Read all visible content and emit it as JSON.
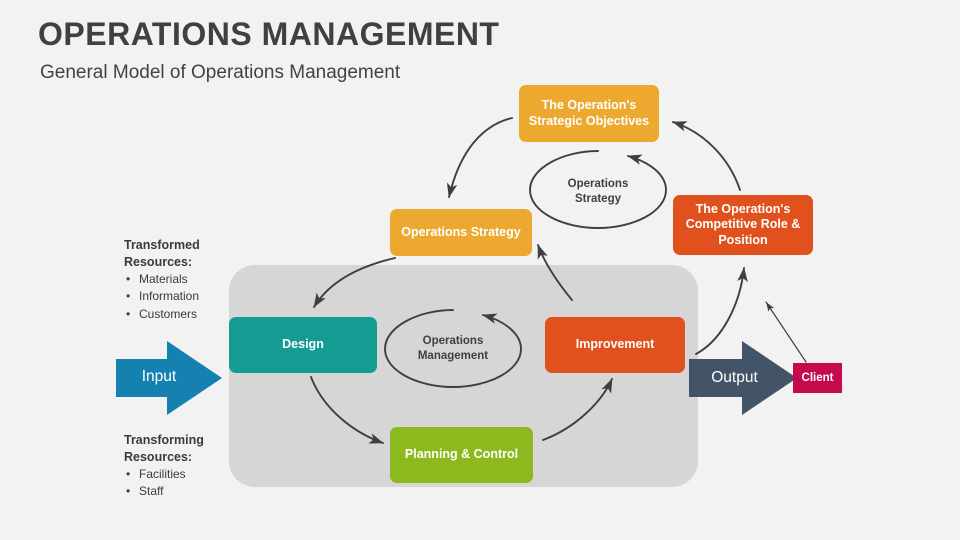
{
  "header": {
    "title": "OPERATIONS MANAGEMENT",
    "subtitle": "General Model of Operations Management"
  },
  "diagram": {
    "strategy_cycle": {
      "center_label": "Operations\nStrategy",
      "center_label_line1": "Operations",
      "center_label_line2": "Strategy",
      "nodes": [
        {
          "id": "strategic-objectives",
          "label": "The Operation's Strategic Objectives",
          "color": "#eda92f"
        },
        {
          "id": "competitive-role",
          "label": "The Operation's Competitive Role & Position",
          "color": "#e0511e"
        },
        {
          "id": "operations-strategy",
          "label": "Operations Strategy",
          "color": "#eda92f"
        }
      ]
    },
    "management_cycle": {
      "center_label_line1": "Operations",
      "center_label_line2": "Management",
      "nodes": [
        {
          "id": "design",
          "label": "Design",
          "color": "#149c93"
        },
        {
          "id": "improvement",
          "label": "Improvement",
          "color": "#e0511e"
        },
        {
          "id": "planning-control",
          "label": "Planning & Control",
          "color": "#8cb91d"
        }
      ]
    },
    "flow": {
      "input_label": "Input",
      "input_color": "#1581b0",
      "output_label": "Output",
      "output_color": "#435368",
      "client_label": "Client",
      "client_color": "#c4094d"
    },
    "resources": [
      {
        "id": "transformed",
        "heading_line1": "Transformed",
        "heading_line2": "Resources:",
        "items": [
          "Materials",
          "Information",
          "Customers"
        ]
      },
      {
        "id": "transforming",
        "heading_line1": "Transforming",
        "heading_line2": "Resources:",
        "items": [
          "Facilities",
          "Staff"
        ]
      }
    ],
    "panel_color": "#d6d6d6",
    "background_color": "#f2f2f2"
  }
}
